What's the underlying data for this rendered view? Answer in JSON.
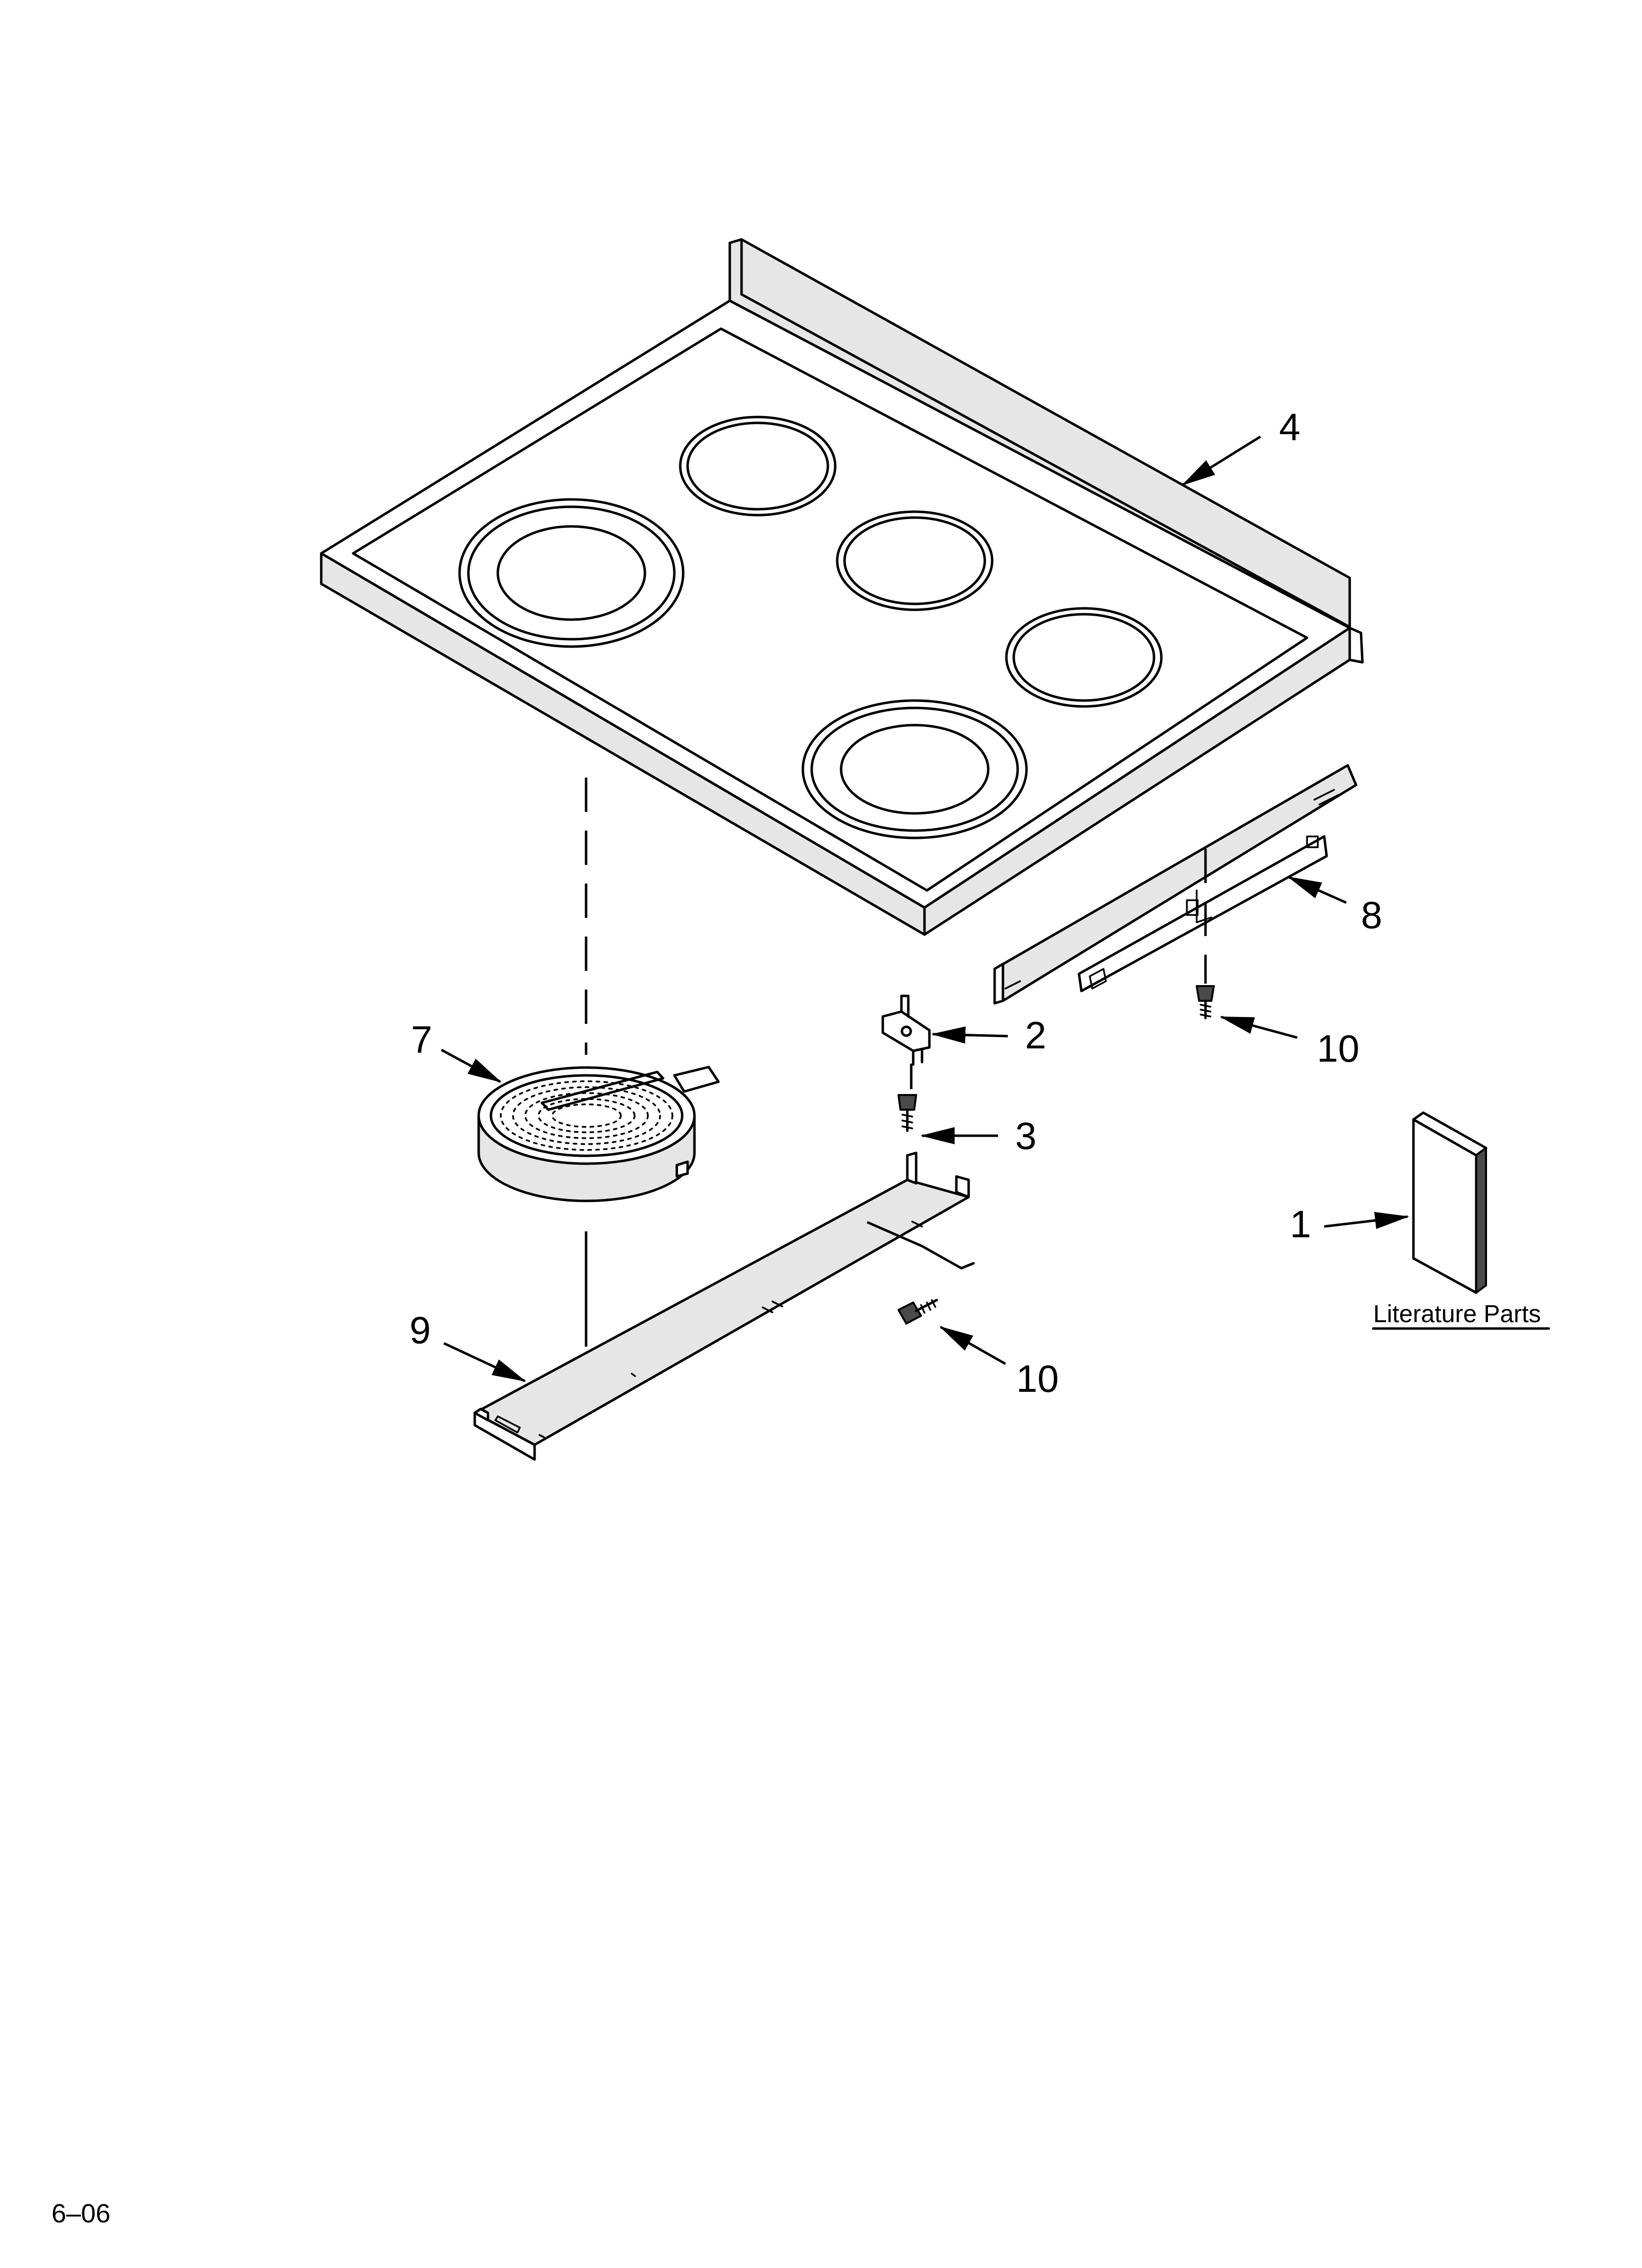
{
  "callouts": {
    "c1": "1",
    "c2": "2",
    "c3": "3",
    "c4": "4",
    "c7": "7",
    "c8": "8",
    "c9": "9",
    "c10a": "10",
    "c10b": "10"
  },
  "literature_label": "Literature Parts",
  "footer_code": "6–06"
}
